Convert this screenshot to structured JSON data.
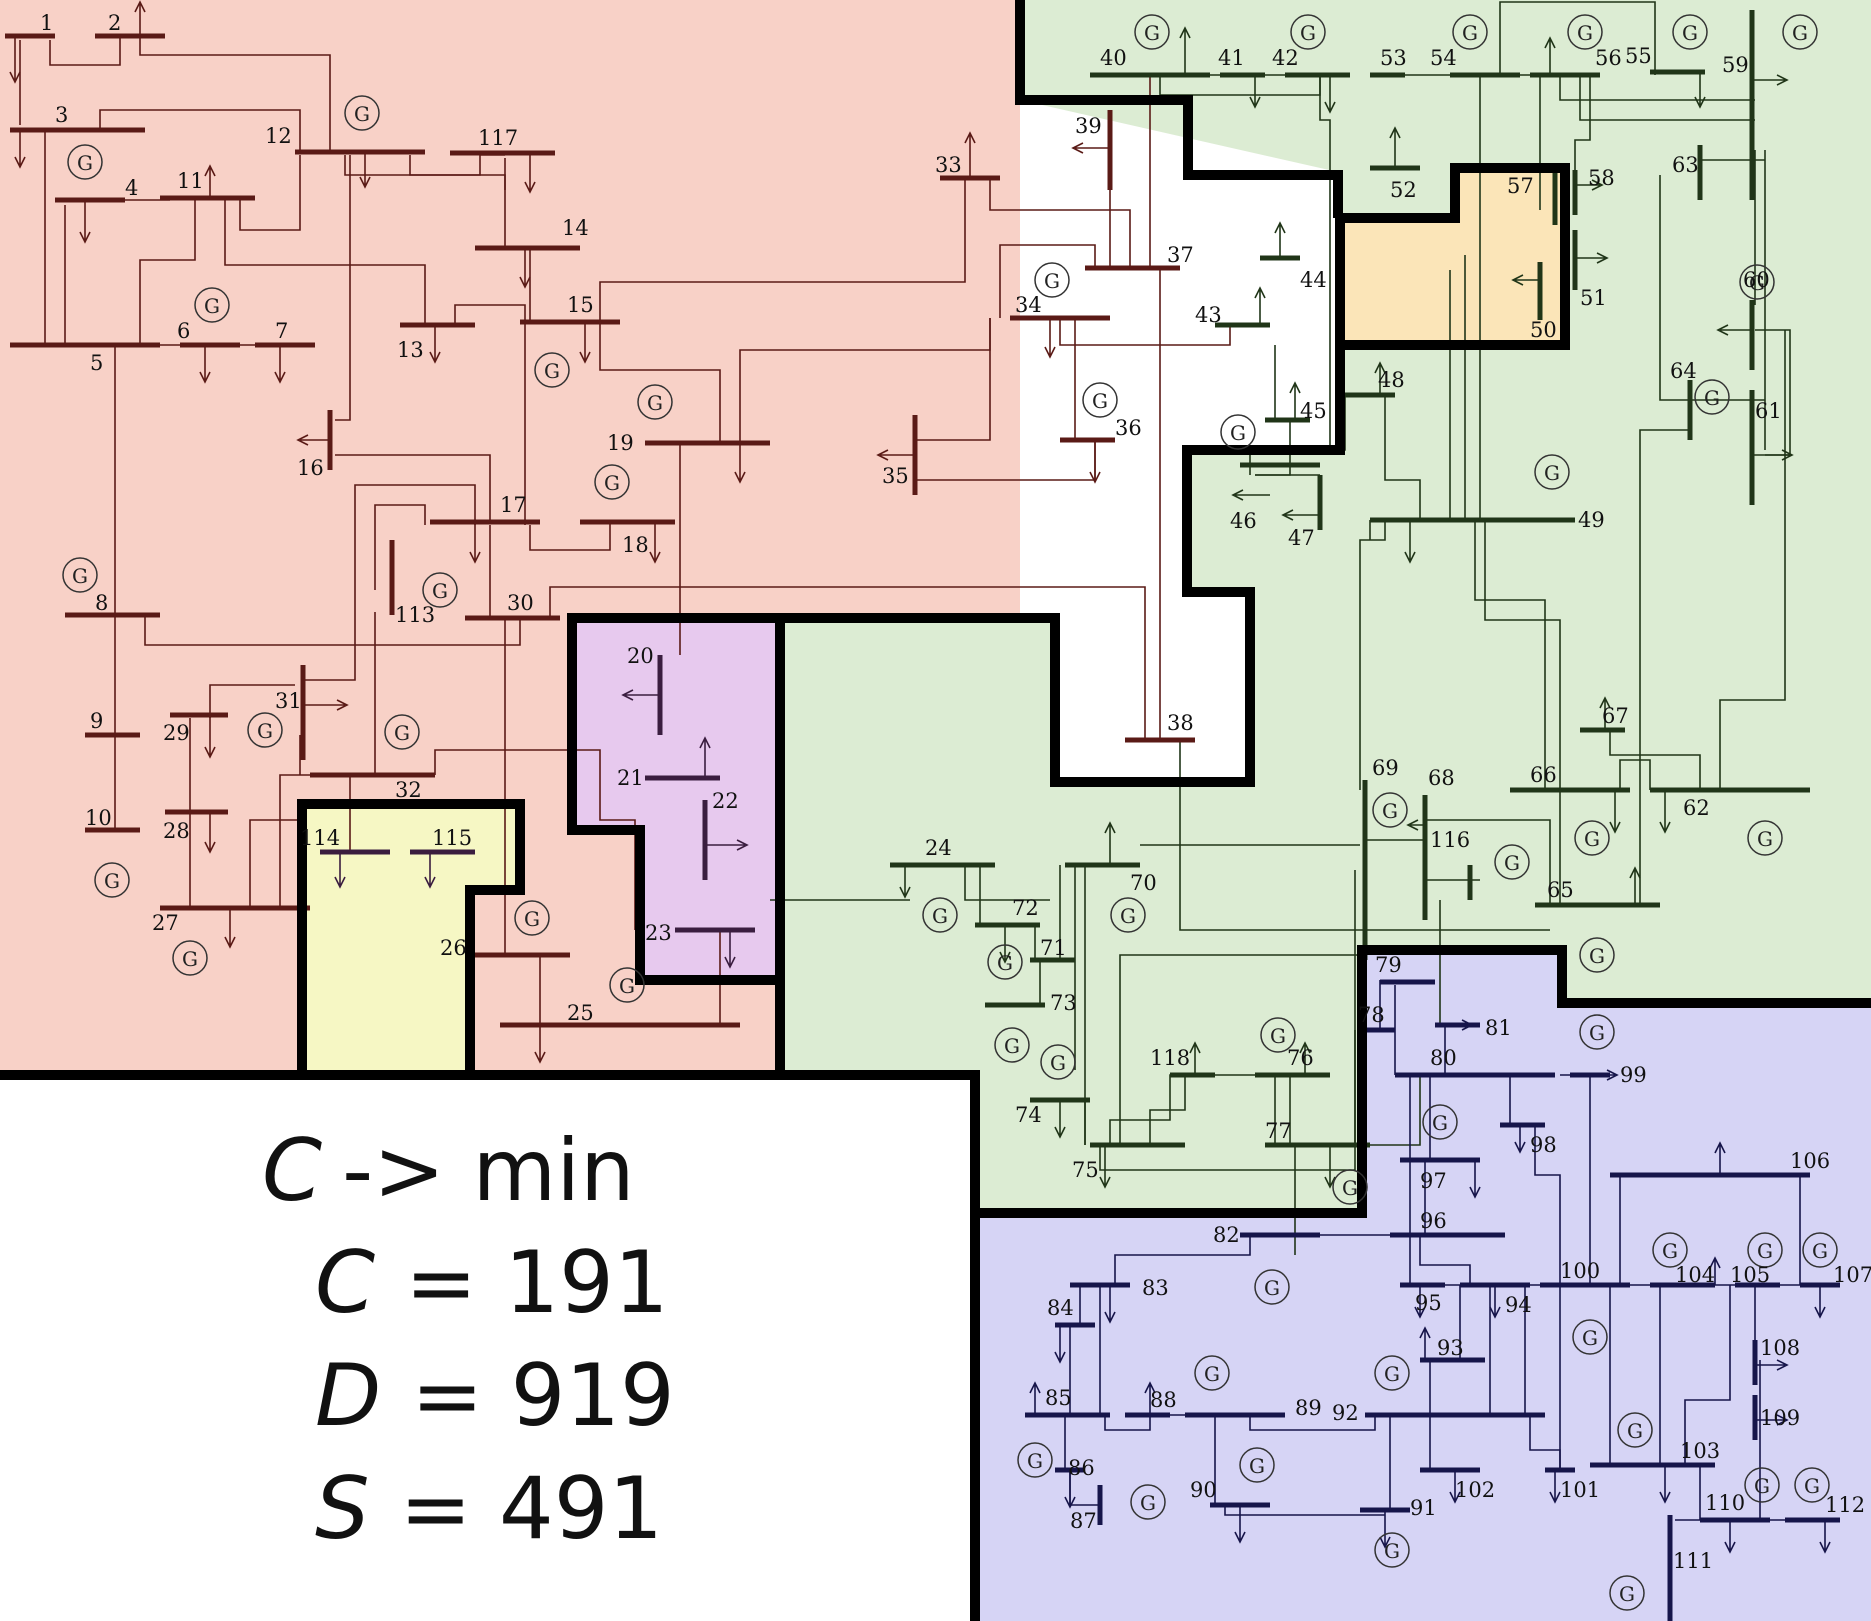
{
  "formula": {
    "objective_var": "C",
    "objective_op": "-> min",
    "lines": [
      {
        "var": "C",
        "eq": "= 191"
      },
      {
        "var": "D",
        "eq": "= 919"
      },
      {
        "var": "S",
        "eq": "= 491"
      }
    ]
  },
  "generator_symbol": "G",
  "colors": {
    "region_salmon": "#f8d1c7",
    "region_green": "#dcecd3",
    "region_orange": "#fbe5b8",
    "region_purple": "#e7c9ee",
    "region_yellow": "#f6f7c4",
    "region_blue": "#d6d4f5",
    "bus_salmon": "#5a1a16",
    "bus_green": "#203518",
    "bus_blue": "#16154a",
    "boundary": "#000000"
  },
  "buses": {
    "b1": "1",
    "b2": "2",
    "b3": "3",
    "b4": "4",
    "b5": "5",
    "b6": "6",
    "b7": "7",
    "b8": "8",
    "b9": "9",
    "b10": "10",
    "b11": "11",
    "b12": "12",
    "b13": "13",
    "b14": "14",
    "b15": "15",
    "b16": "16",
    "b17": "17",
    "b18": "18",
    "b19": "19",
    "b20": "20",
    "b21": "21",
    "b22": "22",
    "b23": "23",
    "b24": "24",
    "b25": "25",
    "b26": "26",
    "b27": "27",
    "b28": "28",
    "b29": "29",
    "b30": "30",
    "b31": "31",
    "b32": "32",
    "b33": "33",
    "b34": "34",
    "b35": "35",
    "b36": "36",
    "b37": "37",
    "b38": "38",
    "b39": "39",
    "b40": "40",
    "b41": "41",
    "b42": "42",
    "b43": "43",
    "b44": "44",
    "b45": "45",
    "b46": "46",
    "b47": "47",
    "b48": "48",
    "b49": "49",
    "b50": "50",
    "b51": "51",
    "b52": "52",
    "b53": "53",
    "b54": "54",
    "b55": "55",
    "b56": "56",
    "b57": "57",
    "b58": "58",
    "b59": "59",
    "b60": "60",
    "b61": "61",
    "b62": "62",
    "b63": "63",
    "b64": "64",
    "b65": "65",
    "b66": "66",
    "b67": "67",
    "b68": "68",
    "b69": "69",
    "b70": "70",
    "b71": "71",
    "b72": "72",
    "b73": "73",
    "b74": "74",
    "b75": "75",
    "b76": "76",
    "b77": "77",
    "b78": "78",
    "b79": "79",
    "b80": "80",
    "b81": "81",
    "b82": "82",
    "b83": "83",
    "b84": "84",
    "b85": "85",
    "b86": "86",
    "b87": "87",
    "b88": "88",
    "b89": "89",
    "b90": "90",
    "b91": "91",
    "b92": "92",
    "b93": "93",
    "b94": "94",
    "b95": "95",
    "b96": "96",
    "b97": "97",
    "b98": "98",
    "b99": "99",
    "b100": "100",
    "b101": "101",
    "b102": "102",
    "b103": "103",
    "b104": "104",
    "b105": "105",
    "b106": "106",
    "b107": "107",
    "b108": "108",
    "b109": "109",
    "b110": "110",
    "b111": "111",
    "b112": "112",
    "b113": "113",
    "b114": "114",
    "b115": "115",
    "b116": "116",
    "b117": "117",
    "b118": "118"
  }
}
